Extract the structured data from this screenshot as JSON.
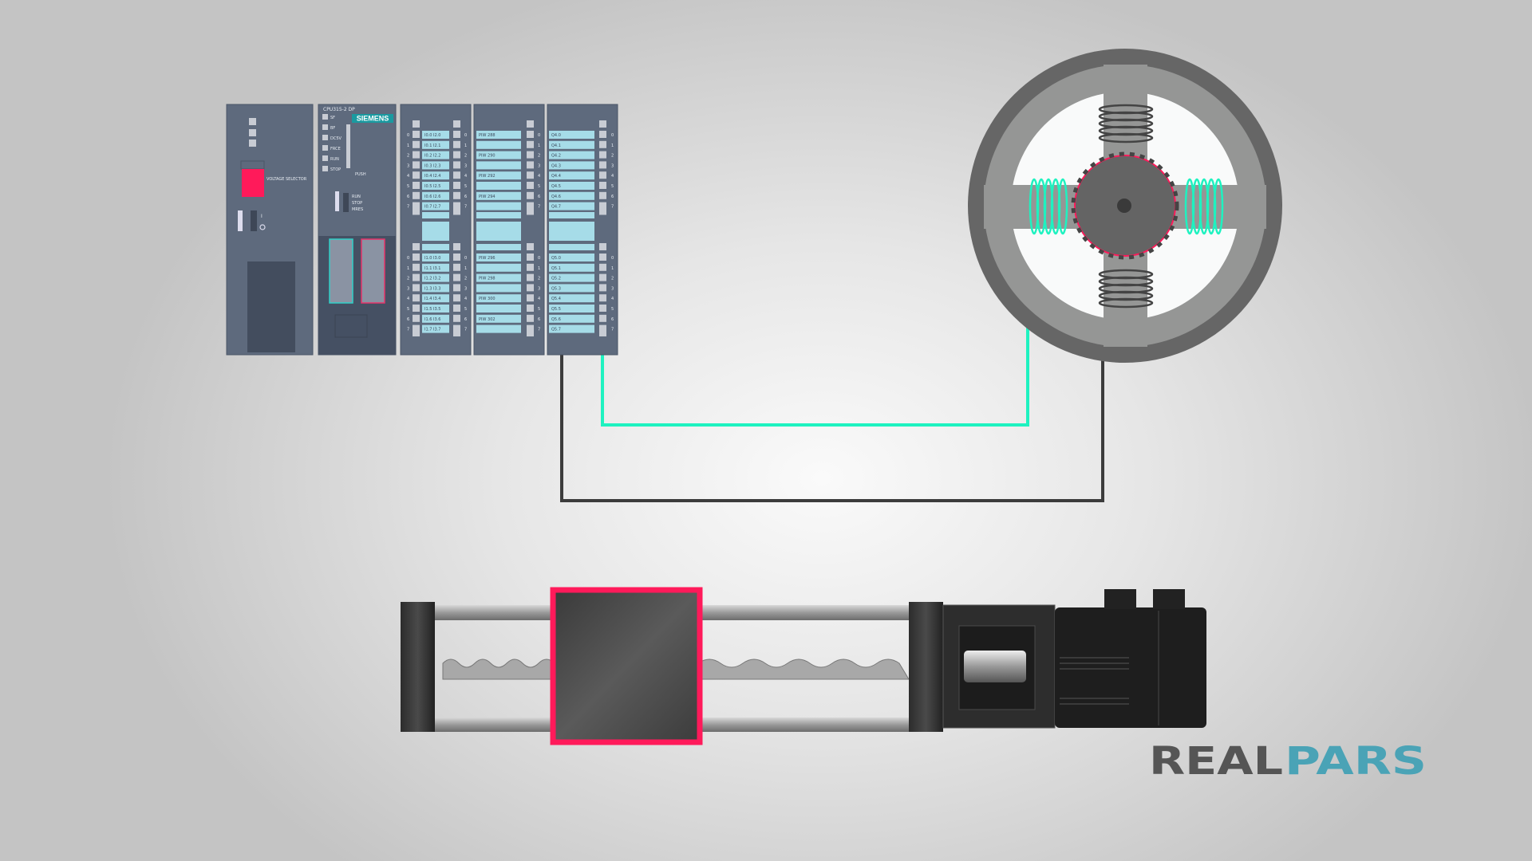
{
  "colors": {
    "plc_body": "#5e6a7d",
    "plc_dark": "#455063",
    "strip": "#a6dce8",
    "accent_red": "#ff1a5a",
    "teal_wire": "#1ef2c0",
    "dark_wire": "#3c3c3c",
    "logo_dark": "#555555",
    "logo_teal": "#4aa3b6"
  },
  "plc": {
    "power_supply": {
      "voltage_selector_label": "VOLTAGE SELECTOR",
      "switch_label": "I"
    },
    "cpu": {
      "model": "CPU315-2 DP",
      "brand": "SIEMENS",
      "leds": [
        "SF",
        "BF",
        "DC5V",
        "FRCE",
        "RUN",
        "STOP"
      ],
      "push_label": "PUSH",
      "mode_labels": [
        "RUN",
        "STOP",
        "MRES"
      ]
    },
    "channels": [
      "0",
      "1",
      "2",
      "3",
      "4",
      "5",
      "6",
      "7"
    ],
    "di_module": {
      "upper": [
        "I0.0  I2.0",
        "I0.1  I2.1",
        "I0.2  I2.2",
        "I0.3  I2.3",
        "I0.4  I2.4",
        "I0.5  I2.5",
        "I0.6  I2.6",
        "I0.7  I2.7"
      ],
      "lower": [
        "I1.0  I3.0",
        "I1.1  I3.1",
        "I1.2  I3.2",
        "I1.3  I3.3",
        "I1.4  I3.4",
        "I1.5  I3.5",
        "I1.6  I3.6",
        "I1.7  I3.7"
      ]
    },
    "ai_module": {
      "upper": [
        "PIW 288",
        "",
        "PIW 290",
        "",
        "PIW 292",
        "",
        "PIW 294",
        ""
      ],
      "lower": [
        "PIW 296",
        "",
        "PIW 298",
        "",
        "PIW 300",
        "",
        "PIW 302",
        ""
      ]
    },
    "dq_module": {
      "upper": [
        "Q4.0",
        "Q4.1",
        "Q4.2",
        "Q4.3",
        "Q4.4",
        "Q4.5",
        "Q4.6",
        "Q4.7"
      ],
      "lower": [
        "Q5.0",
        "Q5.1",
        "Q5.2",
        "Q5.3",
        "Q5.4",
        "Q5.5",
        "Q5.6",
        "Q5.7"
      ]
    }
  },
  "logo": {
    "part1": "REAL",
    "part2": "PARS"
  }
}
